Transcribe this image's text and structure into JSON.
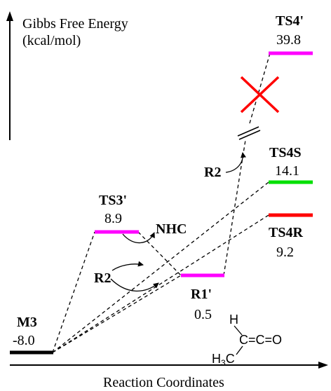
{
  "axis": {
    "y_label_line1": "Gibbs Free Energy",
    "y_label_line2": "(kcal/mol)",
    "x_label": "Reaction Coordinates"
  },
  "states": {
    "m3": {
      "label": "M3",
      "energy": "-8.0",
      "color": "#000000"
    },
    "ts3": {
      "label": "TS3'",
      "energy": "8.9",
      "color": "#ff00ff"
    },
    "r1": {
      "label": "R1'",
      "energy": "0.5",
      "color": "#ff00ff"
    },
    "ts4p": {
      "label": "TS4'",
      "energy": "39.8",
      "color": "#ff00ff"
    },
    "ts4s": {
      "label": "TS4S",
      "energy": "14.1",
      "color": "#00e000"
    },
    "ts4r": {
      "label": "TS4R",
      "energy": "9.2",
      "color": "#ff0000"
    }
  },
  "annotations": {
    "nhc": "NHC",
    "r2_upper": "R2",
    "r2_lower": "R2",
    "blocked_color": "#ff0000"
  },
  "molecule": {
    "h_top": "H",
    "chain": "C=C=O",
    "methyl": "H",
    "methyl_sub": "3",
    "methyl_c": "C"
  }
}
